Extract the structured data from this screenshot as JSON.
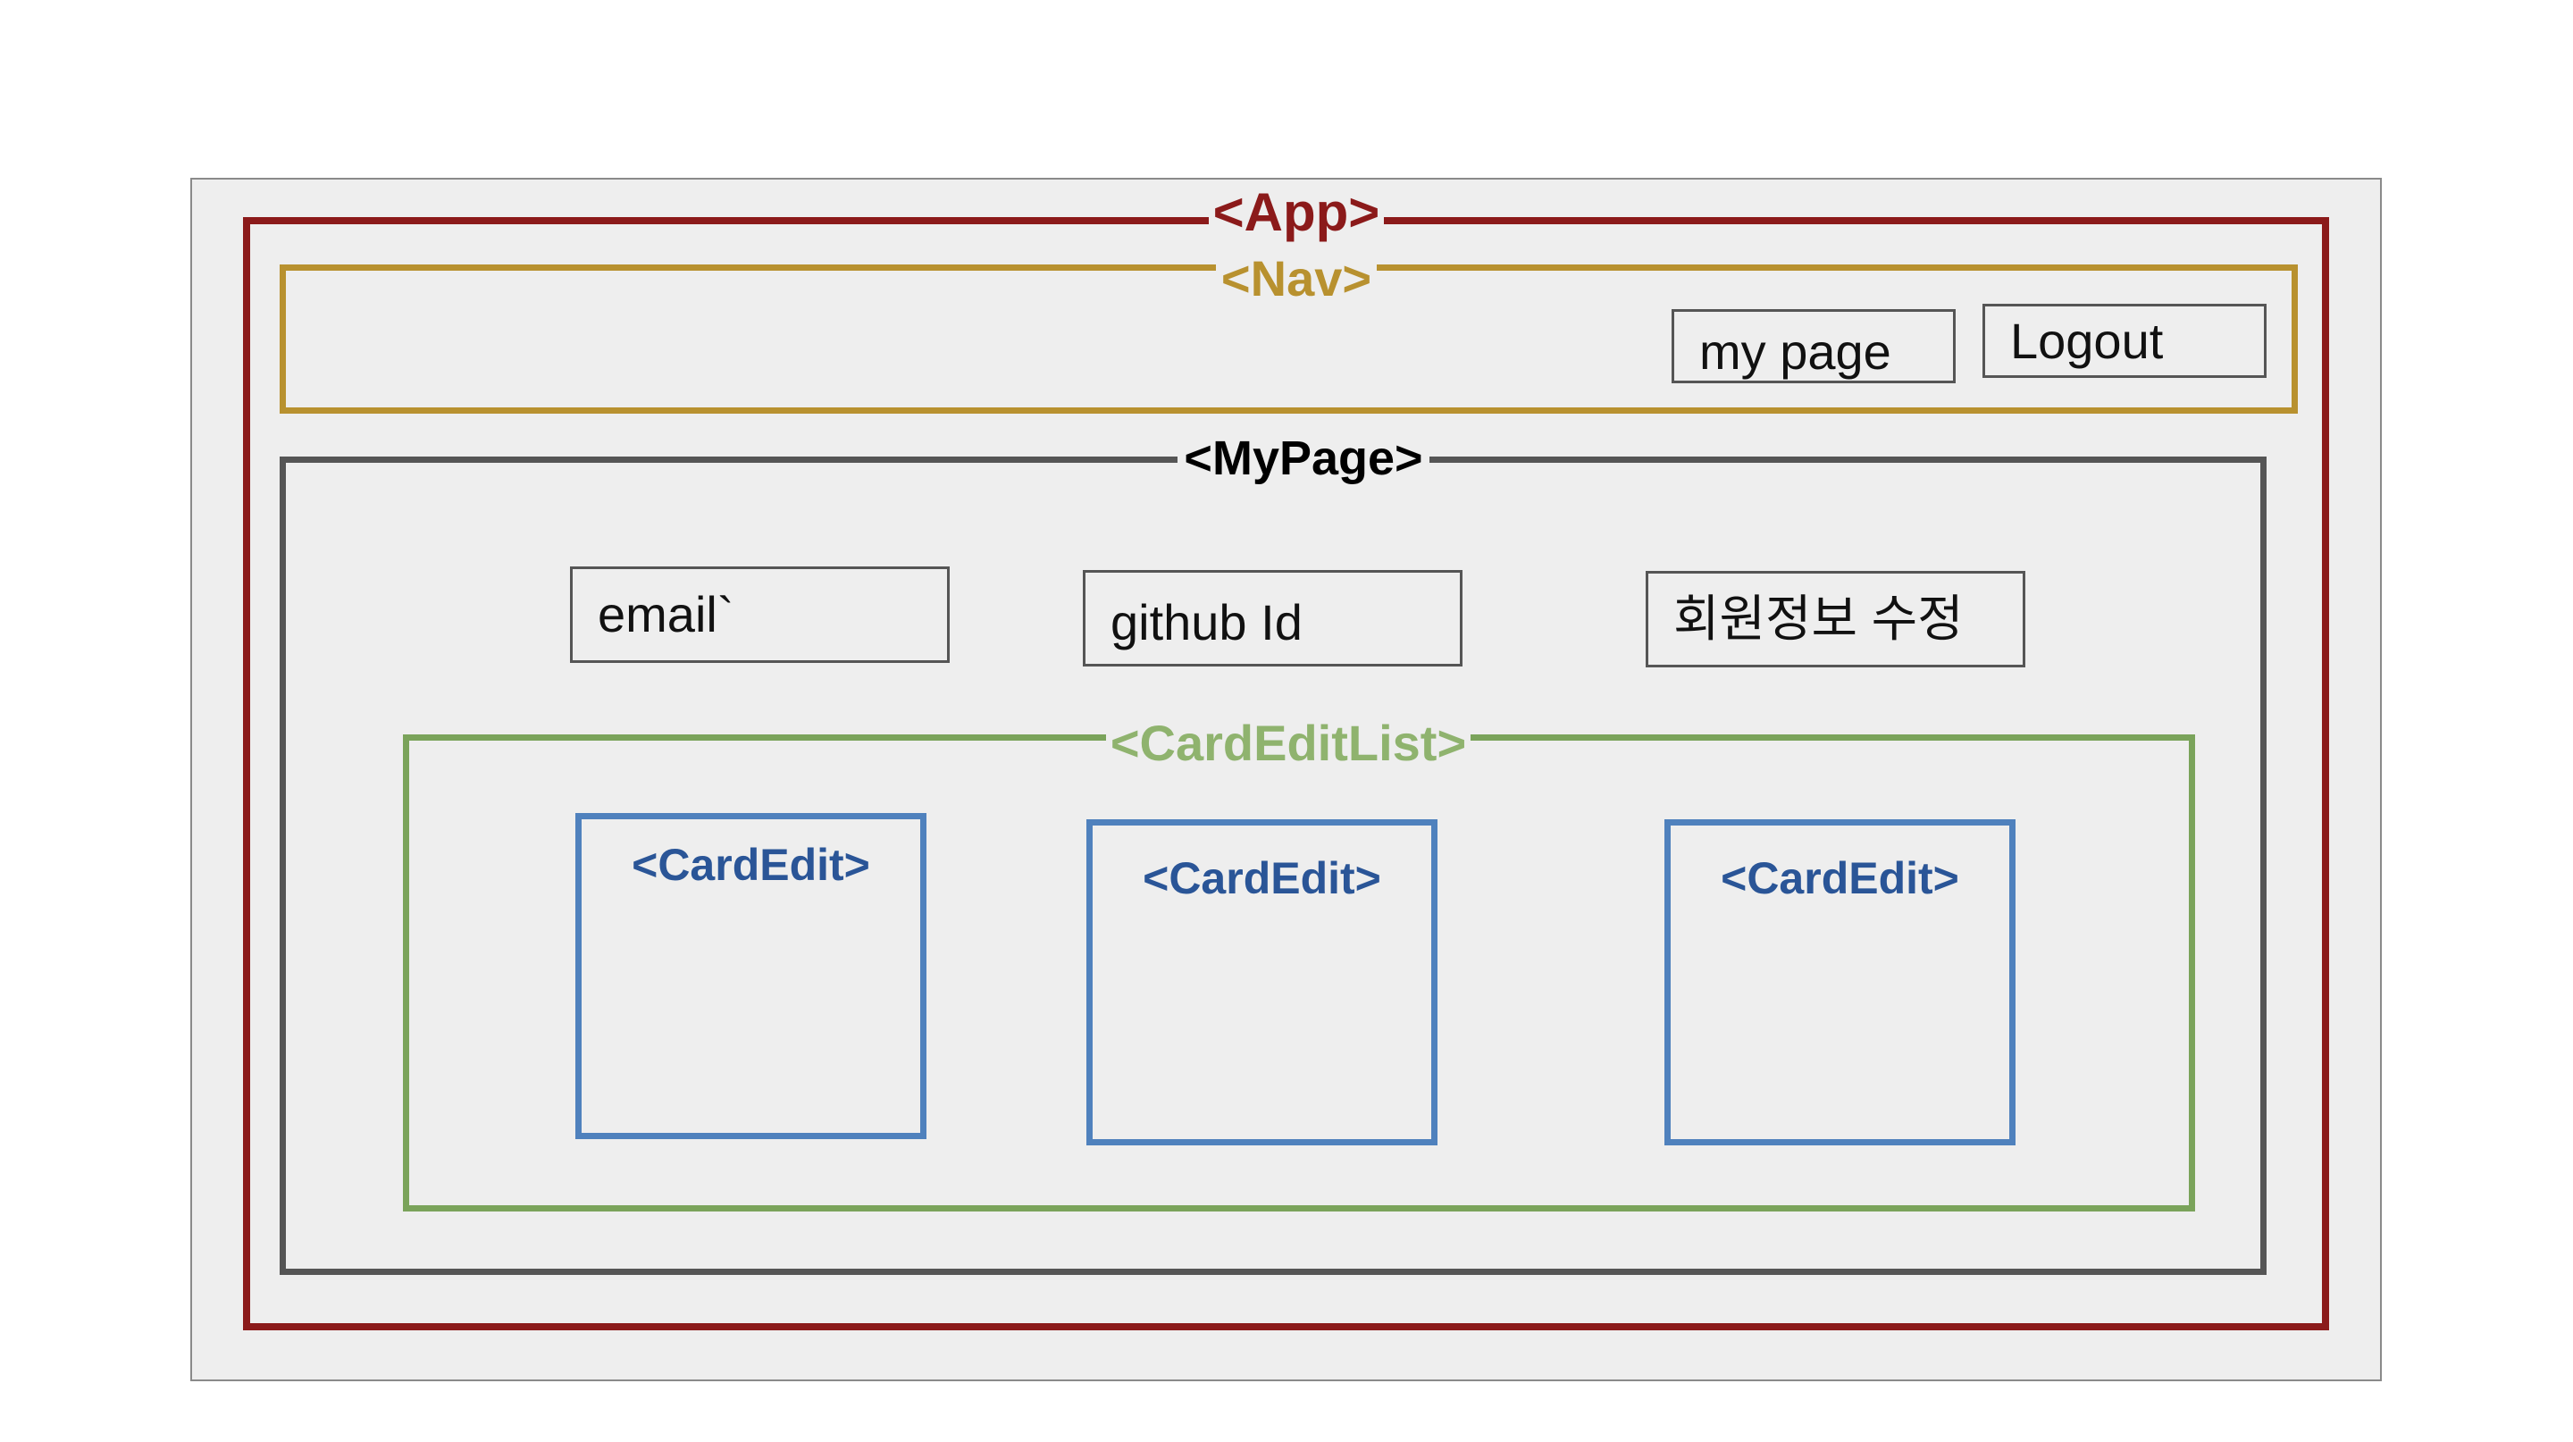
{
  "labels": {
    "app": "<App>",
    "nav": "<Nav>",
    "mypage": "<MyPage>",
    "card_edit_list": "<CardEditList>",
    "card_edit": [
      "<CardEdit>",
      "<CardEdit>",
      "<CardEdit>"
    ]
  },
  "nav": {
    "my_page": "my page",
    "logout": "Logout"
  },
  "mypage": {
    "email": "email`",
    "github_id": "github Id",
    "edit_profile": "회원정보 수정"
  },
  "colors": {
    "app": "#8b1a1a",
    "nav": "#b8912f",
    "mypage": "#555555",
    "card_edit_list": "#7aa35a",
    "card_edit": "#4f81bd",
    "background": "#eeeeee"
  }
}
